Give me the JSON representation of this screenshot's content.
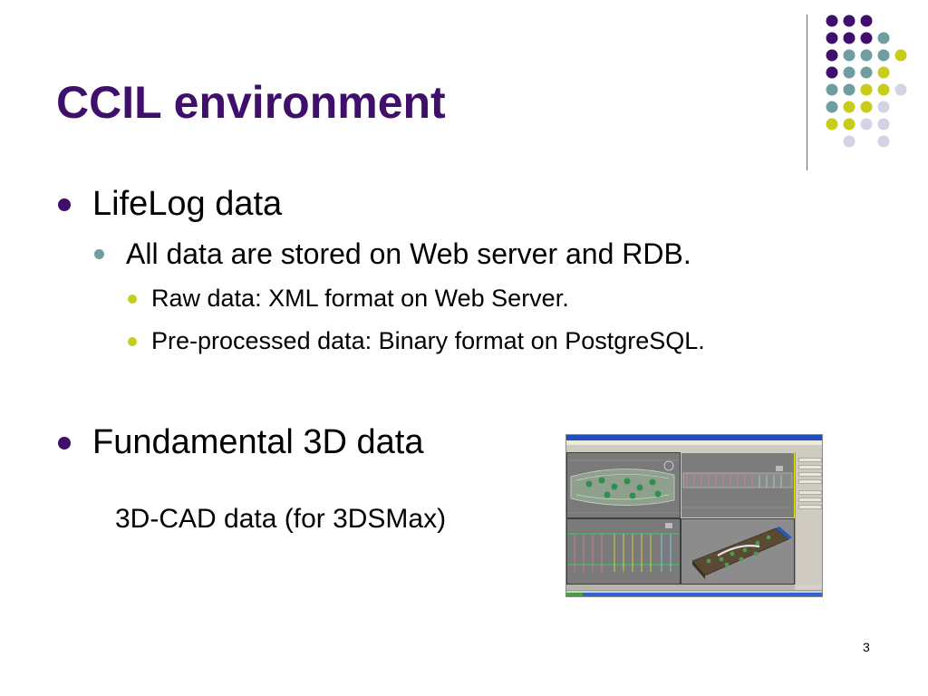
{
  "slide": {
    "title": "CCIL environment",
    "page_number": "3"
  },
  "bullets": {
    "lifelog": "LifeLog data",
    "stored": "All data are stored on Web server and RDB.",
    "raw": "Raw data: XML format on Web Server.",
    "preprocessed": "Pre-processed data: Binary format on PostgreSQL.",
    "fundamental": "Fundamental 3D data",
    "cad": "3D-CAD data (for 3DSMax)"
  },
  "colors": {
    "title": "#3f0f6b",
    "accent_purple": "#3f0f6b",
    "accent_teal": "#6f9ea0",
    "accent_yellow": "#c8cc1a",
    "accent_lavender": "#d3d3e6"
  }
}
